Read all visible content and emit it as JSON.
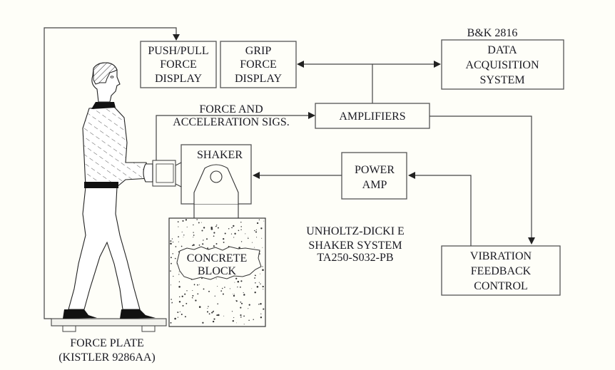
{
  "diagram": {
    "blocks": {
      "push_pull": [
        "PUSH/PULL",
        "FORCE",
        "DISPLAY"
      ],
      "grip": [
        "GRIP",
        "FORCE",
        "DISPLAY"
      ],
      "daq_model": "B&K 2816",
      "daq": [
        "DATA",
        "ACQUISITION",
        "SYSTEM"
      ],
      "amplifiers": "AMPLIFIERS",
      "power_amp": [
        "POWER",
        "AMP"
      ],
      "vibration": [
        "VIBRATION",
        "FEEDBACK",
        "CONTROL"
      ],
      "shaker": "SHAKER",
      "concrete": [
        "CONCRETE",
        "BLOCK"
      ]
    },
    "labels": {
      "signals": [
        "FORCE AND",
        "ACCELERATION SIGS."
      ],
      "shaker_system": [
        "UNHOLTZ-DICKI E",
        "SHAKER SYSTEM",
        "TA250-S032-PB"
      ],
      "force_plate": [
        "FORCE PLATE",
        "(KISTLER 9286AA)"
      ]
    }
  }
}
